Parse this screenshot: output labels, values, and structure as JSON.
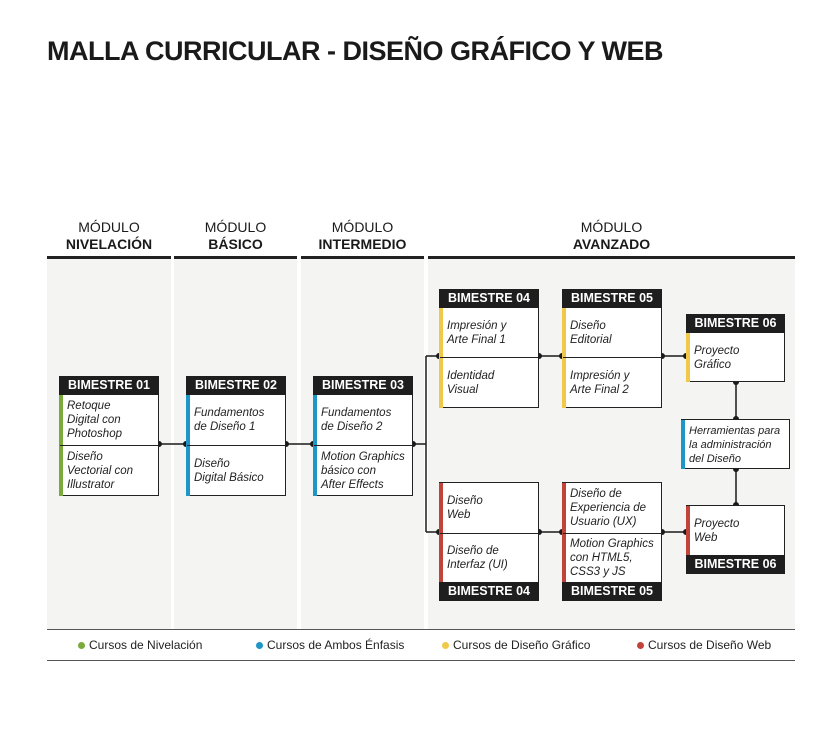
{
  "title": "MALLA CURRICULAR - DISEÑO GRÁFICO Y WEB",
  "modules": [
    {
      "line1": "MÓDULO",
      "line2": "NIVELACIÓN"
    },
    {
      "line1": "MÓDULO",
      "line2": "BÁSICO"
    },
    {
      "line1": "MÓDULO",
      "line2": "INTERMEDIO"
    },
    {
      "line1": "MÓDULO",
      "line2": "AVANZADO"
    }
  ],
  "colors": {
    "green": "#7aaa3c",
    "blue": "#1f96c8",
    "yellow": "#f0c84a",
    "red": "#c0443a"
  },
  "boxes": {
    "b01": {
      "header": "BIMESTRE 01",
      "c1": "Retoque\nDigital con\nPhotoshop",
      "c2": "Diseño\nVectorial con\nIllustrator"
    },
    "b02": {
      "header": "BIMESTRE 02",
      "c1": "Fundamentos\nde Diseño 1",
      "c2": "Diseño\nDigital Básico"
    },
    "b03": {
      "header": "BIMESTRE 03",
      "c1": "Fundamentos\nde Diseño 2",
      "c2": "Motion Graphics\nbásico con\nAfter Effects"
    },
    "b04g": {
      "header": "BIMESTRE 04",
      "c1": "Impresión y\nArte Final 1",
      "c2": "Identidad\nVisual"
    },
    "b05g": {
      "header": "BIMESTRE 05",
      "c1": "Diseño\nEditorial",
      "c2": "Impresión y\nArte Final 2"
    },
    "b06g": {
      "header": "BIMESTRE 06",
      "c1": "Proyecto\nGráfico"
    },
    "herr": {
      "c1": "Herramientas para\nla administración\ndel Diseño"
    },
    "b04w": {
      "header": "BIMESTRE 04",
      "c1": "Diseño\nWeb",
      "c2": "Diseño de\nInterfaz (UI)"
    },
    "b05w": {
      "header": "BIMESTRE 05",
      "c1": "Diseño de\nExperiencia de\nUsuario (UX)",
      "c2": "Motion Graphics\ncon HTML5,\nCSS3 y JS"
    },
    "b06w": {
      "header": "BIMESTRE 06",
      "c1": "Proyecto\nWeb"
    }
  },
  "legend": [
    {
      "label": "Cursos de Nivelación",
      "color": "#7aaa3c"
    },
    {
      "label": "Cursos de Ambos Énfasis",
      "color": "#1f96c8"
    },
    {
      "label": "Cursos de Diseño Gráfico",
      "color": "#f0c84a"
    },
    {
      "label": "Cursos de Diseño Web",
      "color": "#c0443a"
    }
  ]
}
